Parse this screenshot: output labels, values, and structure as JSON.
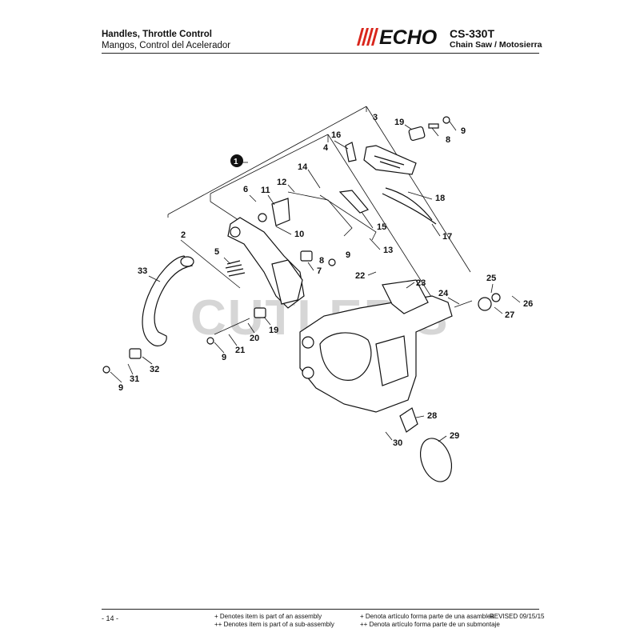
{
  "header": {
    "title_en": "Handles, Throttle Control",
    "title_es": "Mangos, Control del Acelerador",
    "brand": "ECHO",
    "model": "CS-330T",
    "model_subtitle": "Chain Saw / Motosierra"
  },
  "diagram": {
    "watermark": "CUTLER'S",
    "assembly_label": "1",
    "callouts": [
      "2",
      "3",
      "4",
      "5",
      "6",
      "7",
      "8",
      "8",
      "9",
      "9",
      "9",
      "9",
      "9",
      "10",
      "11",
      "12",
      "13",
      "14",
      "15",
      "16",
      "17",
      "18",
      "19",
      "19",
      "20",
      "21",
      "22",
      "23",
      "24",
      "25",
      "26",
      "27",
      "28",
      "29",
      "30",
      "31",
      "32",
      "33"
    ]
  },
  "footer": {
    "page": "- 14 -",
    "note_en_1": "+ Denotes item is part of an assembly",
    "note_en_2": "++ Denotes item is part of a sub-assembly",
    "note_es_1": "+ Denota artículo forma parte de una asamblea",
    "note_es_2": "++ Denota artículo forma parte de un submontaje",
    "revised": "REVISED 09/15/15"
  },
  "colors": {
    "brand_red": "#d9261c",
    "ink": "#111111"
  }
}
